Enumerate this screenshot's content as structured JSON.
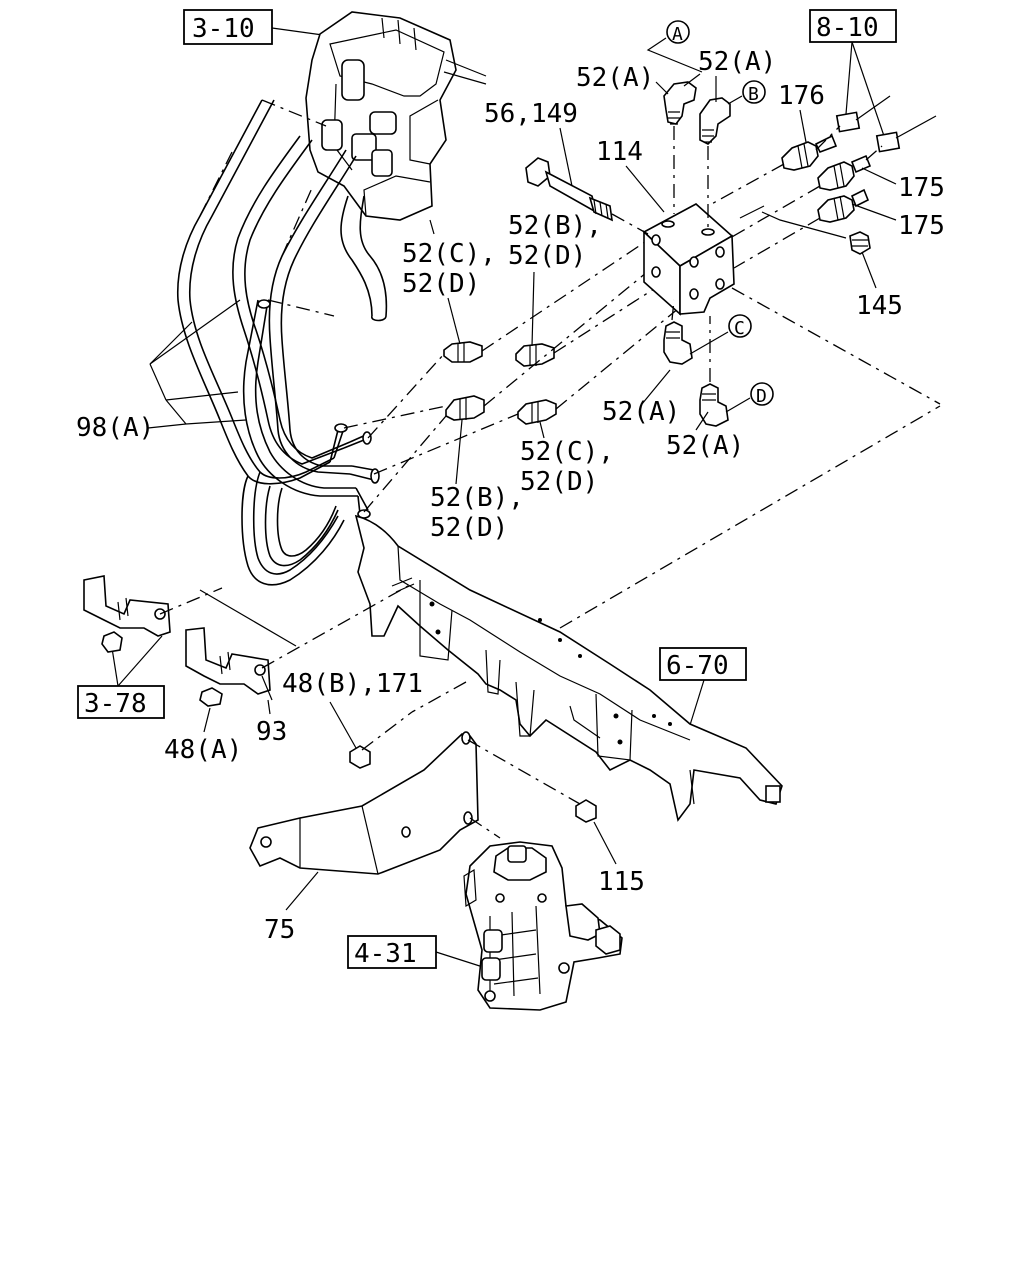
{
  "refs": {
    "r310": "3-10",
    "r810": "8-10",
    "r378": "3-78",
    "r670": "6-70",
    "r431": "4-31"
  },
  "callouts": {
    "A": "A",
    "B": "B",
    "C": "C",
    "D": "D"
  },
  "labels": {
    "l52a_1": "52(A)",
    "l52a_2": "52(A)",
    "l176": "176",
    "l56_149": "56,149",
    "l114": "114",
    "l175_1": "175",
    "l175_2": "175",
    "l145": "145",
    "l52b_d_top_1": "52(B),",
    "l52b_d_top_2": "52(D)",
    "l52c_d_top_1": "52(C),",
    "l52c_d_top_2": "52(D)",
    "l52a_3": "52(A)",
    "l52a_4": "52(A)",
    "l52c_d_bot_1": "52(C),",
    "l52c_d_bot_2": "52(D)",
    "l52b_d_bot_1": "52(B),",
    "l52b_d_bot_2": "52(D)",
    "l98a": "98(A)",
    "l48b_171": "48(B),171",
    "l48a": "48(A)",
    "l93": "93",
    "l115": "115",
    "l75": "75"
  }
}
